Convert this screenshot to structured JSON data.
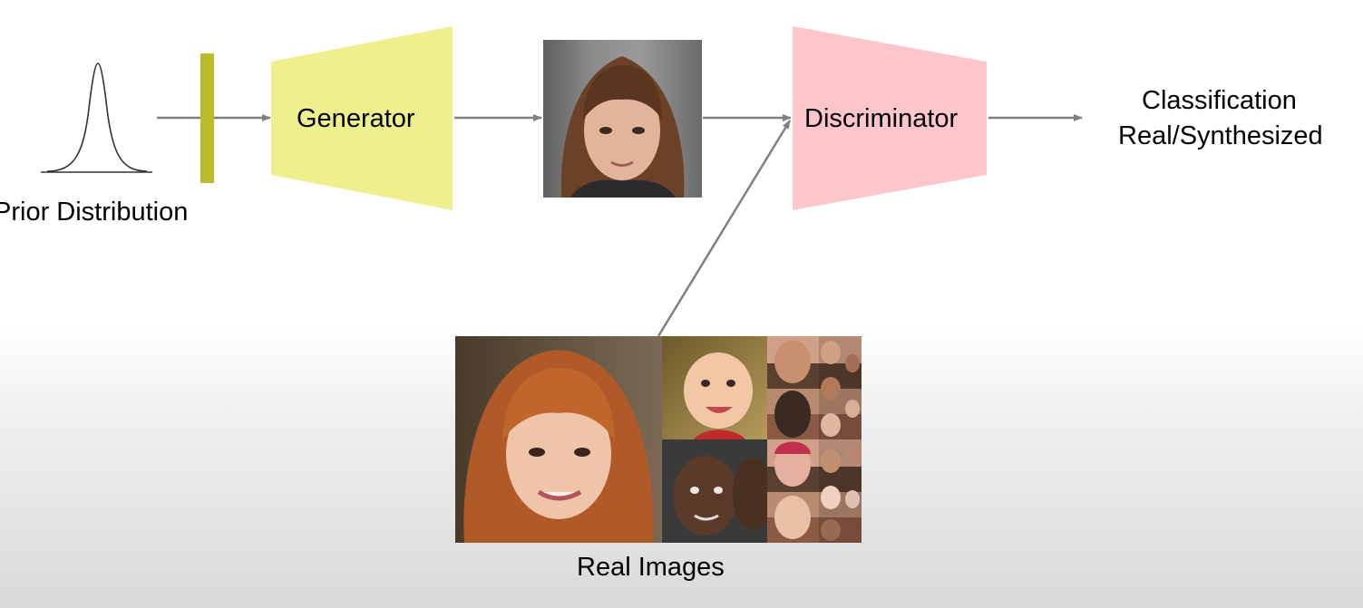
{
  "prior": {
    "label": "Prior Distribution"
  },
  "generator": {
    "label": "Generator"
  },
  "discriminator": {
    "label": "Discriminator"
  },
  "output": {
    "line1": "Classification",
    "line2": "Real/Synthesized"
  },
  "real_images": {
    "label": "Real Images"
  },
  "colors": {
    "generator_fill": "#eef08e",
    "discriminator_fill": "#fdc6cb",
    "latent_bar": "#b9bd2c",
    "arrow": "#808080",
    "curve": "#333333"
  }
}
